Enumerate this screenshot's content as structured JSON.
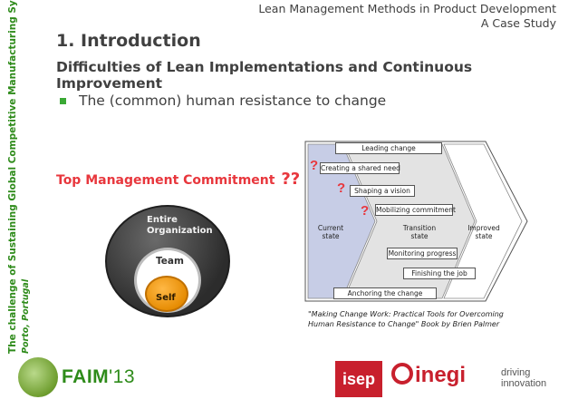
{
  "header": {
    "title_line1": "Lean Management Methods in Product Development",
    "title_line2": "A Case Study"
  },
  "sidebar": {
    "main_text": "The challenge of Sustaining Global Competitive Manufacturing Systems",
    "sub_text": "Porto, Portugal"
  },
  "slide": {
    "title": "1. Introduction",
    "subtitle": "Difficulties of Lean Implementations and Continuous Improvement",
    "bullet": "The (common) human resistance to change",
    "top_management": "Top Management Commitment",
    "top_management_marks": "??"
  },
  "ovals": {
    "organization_line1": "Entire",
    "organization_line2": "Organization",
    "team": "Team",
    "self": "Self"
  },
  "diagram": {
    "leading_change": "Leading change",
    "creating_vision": "Creating a shared need",
    "shaping_vision": "Shaping a vision",
    "mobilizing": "Mobilizing commitment",
    "current_line1": "Current",
    "current_line2": "state",
    "transition_line1": "Transition",
    "transition_line2": "state",
    "improved_line1": "Improved",
    "improved_line2": "state",
    "monitoring": "Monitoring progress",
    "finishing": "Finishing the job",
    "anchoring": "Anchoring the change",
    "question_mark": "?"
  },
  "caption": {
    "line1": "\"Making Change Work: Practical Tools for Overcoming",
    "line2": "Human Resistance to Change\" Book by Brien Palmer"
  },
  "footer": {
    "faim_main": "FAIM",
    "faim_year": "'13",
    "isep": "isep",
    "inegi": "inegi",
    "driving_line1": "driving",
    "driving_line2": "innovation"
  },
  "colors": {
    "accent_green": "#2e8b1a",
    "accent_red": "#e8373d",
    "diagram_blue": "#c7cde6"
  }
}
